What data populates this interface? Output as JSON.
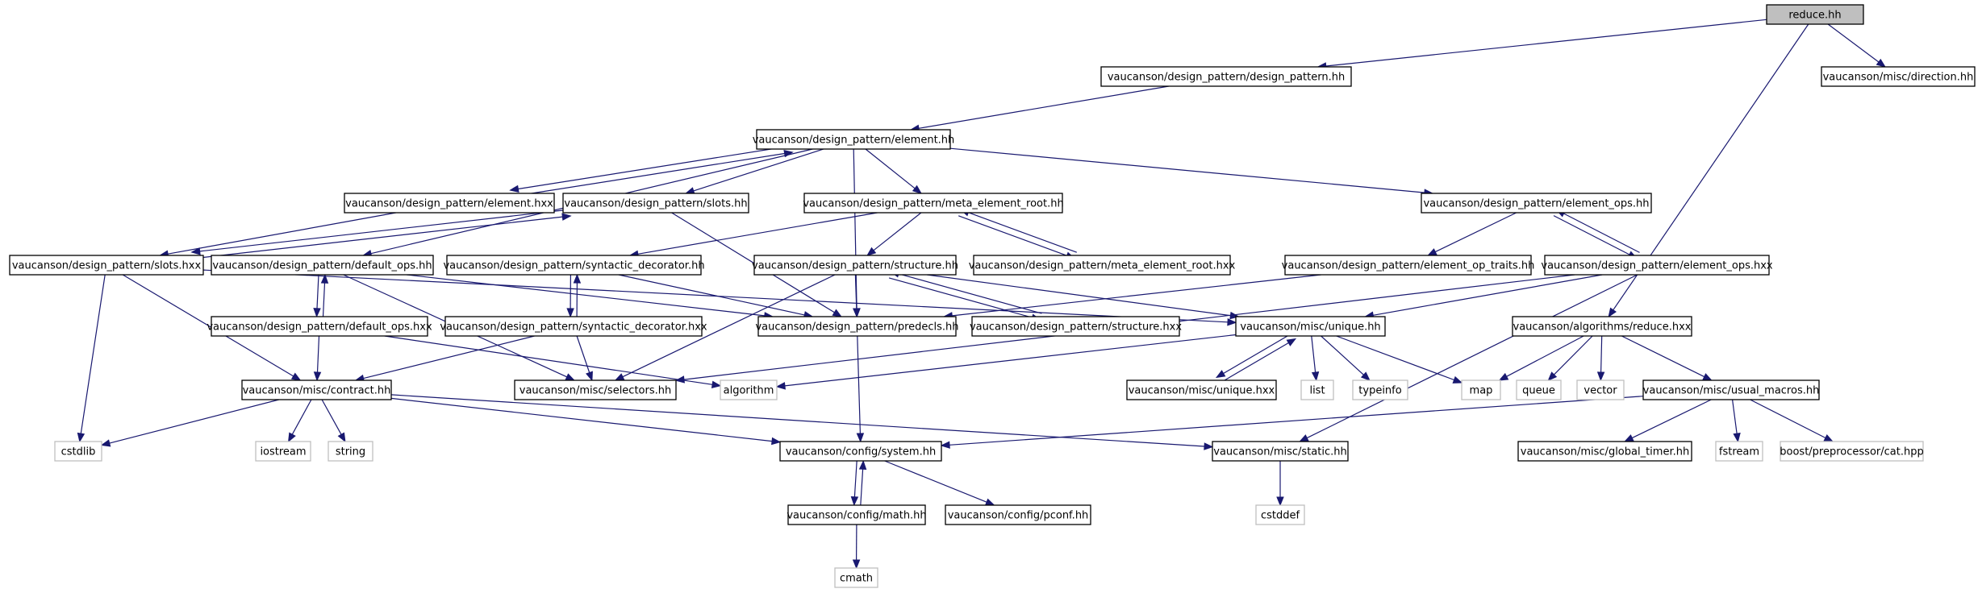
{
  "nodes": [
    {
      "id": "reduce_hh",
      "label": "reduce.hh",
      "kind": "root"
    },
    {
      "id": "dp_design_pattern",
      "label": "vaucanson/design_pattern/design_pattern.hh",
      "kind": "file"
    },
    {
      "id": "misc_direction",
      "label": "vaucanson/misc/direction.hh",
      "kind": "file"
    },
    {
      "id": "dp_element_hh",
      "label": "vaucanson/design_pattern/element.hh",
      "kind": "file"
    },
    {
      "id": "dp_element_hxx",
      "label": "vaucanson/design_pattern/element.hxx",
      "kind": "file"
    },
    {
      "id": "dp_slots_hh",
      "label": "vaucanson/design_pattern/slots.hh",
      "kind": "file"
    },
    {
      "id": "dp_meta_root_hh",
      "label": "vaucanson/design_pattern/meta_element_root.hh",
      "kind": "file"
    },
    {
      "id": "dp_element_ops_hh",
      "label": "vaucanson/design_pattern/element_ops.hh",
      "kind": "file"
    },
    {
      "id": "dp_slots_hxx",
      "label": "vaucanson/design_pattern/slots.hxx",
      "kind": "file"
    },
    {
      "id": "dp_default_ops_hh",
      "label": "vaucanson/design_pattern/default_ops.hh",
      "kind": "file"
    },
    {
      "id": "dp_syntactic_hh",
      "label": "vaucanson/design_pattern/syntactic_decorator.hh",
      "kind": "file"
    },
    {
      "id": "dp_structure_hh",
      "label": "vaucanson/design_pattern/structure.hh",
      "kind": "file"
    },
    {
      "id": "dp_meta_root_hxx",
      "label": "vaucanson/design_pattern/meta_element_root.hxx",
      "kind": "file"
    },
    {
      "id": "dp_element_op_traits",
      "label": "vaucanson/design_pattern/element_op_traits.hh",
      "kind": "file"
    },
    {
      "id": "dp_element_ops_hxx",
      "label": "vaucanson/design_pattern/element_ops.hxx",
      "kind": "file"
    },
    {
      "id": "dp_default_ops_hxx",
      "label": "vaucanson/design_pattern/default_ops.hxx",
      "kind": "file"
    },
    {
      "id": "dp_syntactic_hxx",
      "label": "vaucanson/design_pattern/syntactic_decorator.hxx",
      "kind": "file"
    },
    {
      "id": "dp_predecls",
      "label": "vaucanson/design_pattern/predecls.hh",
      "kind": "file"
    },
    {
      "id": "dp_structure_hxx",
      "label": "vaucanson/design_pattern/structure.hxx",
      "kind": "file"
    },
    {
      "id": "misc_unique_hh",
      "label": "vaucanson/misc/unique.hh",
      "kind": "file"
    },
    {
      "id": "alg_reduce_hxx",
      "label": "vaucanson/algorithms/reduce.hxx",
      "kind": "file"
    },
    {
      "id": "misc_contract",
      "label": "vaucanson/misc/contract.hh",
      "kind": "file"
    },
    {
      "id": "misc_selectors",
      "label": "vaucanson/misc/selectors.hh",
      "kind": "file"
    },
    {
      "id": "std_algorithm",
      "label": "algorithm",
      "kind": "system"
    },
    {
      "id": "misc_unique_hxx",
      "label": "vaucanson/misc/unique.hxx",
      "kind": "file"
    },
    {
      "id": "std_list",
      "label": "list",
      "kind": "system"
    },
    {
      "id": "std_typeinfo",
      "label": "typeinfo",
      "kind": "system"
    },
    {
      "id": "std_map",
      "label": "map",
      "kind": "system"
    },
    {
      "id": "std_queue",
      "label": "queue",
      "kind": "system"
    },
    {
      "id": "std_vector",
      "label": "vector",
      "kind": "system"
    },
    {
      "id": "misc_usual_macros",
      "label": "vaucanson/misc/usual_macros.hh",
      "kind": "file"
    },
    {
      "id": "std_cstdlib",
      "label": "cstdlib",
      "kind": "system"
    },
    {
      "id": "std_iostream",
      "label": "iostream",
      "kind": "system"
    },
    {
      "id": "std_string",
      "label": "string",
      "kind": "system"
    },
    {
      "id": "cfg_system",
      "label": "vaucanson/config/system.hh",
      "kind": "file"
    },
    {
      "id": "misc_static",
      "label": "vaucanson/misc/static.hh",
      "kind": "file"
    },
    {
      "id": "misc_global_timer",
      "label": "vaucanson/misc/global_timer.hh",
      "kind": "file"
    },
    {
      "id": "std_fstream",
      "label": "fstream",
      "kind": "system"
    },
    {
      "id": "boost_cat",
      "label": "boost/preprocessor/cat.hpp",
      "kind": "system"
    },
    {
      "id": "cfg_math",
      "label": "vaucanson/config/math.hh",
      "kind": "file"
    },
    {
      "id": "cfg_pconf",
      "label": "vaucanson/config/pconf.hh",
      "kind": "file"
    },
    {
      "id": "std_cstddef",
      "label": "cstddef",
      "kind": "system"
    },
    {
      "id": "std_cmath",
      "label": "cmath",
      "kind": "system"
    }
  ],
  "edges": [
    [
      "reduce_hh",
      "dp_design_pattern"
    ],
    [
      "reduce_hh",
      "misc_direction"
    ],
    [
      "reduce_hh",
      "alg_reduce_hxx"
    ],
    [
      "dp_design_pattern",
      "dp_element_hh"
    ],
    [
      "dp_element_hh",
      "dp_element_hxx"
    ],
    [
      "dp_element_hh",
      "dp_slots_hh"
    ],
    [
      "dp_element_hh",
      "dp_meta_root_hh"
    ],
    [
      "dp_element_hh",
      "dp_element_ops_hh"
    ],
    [
      "dp_element_hh",
      "dp_default_ops_hh"
    ],
    [
      "dp_element_hh",
      "dp_predecls"
    ],
    [
      "dp_element_hxx",
      "dp_element_hh"
    ],
    [
      "dp_element_hxx",
      "dp_slots_hxx"
    ],
    [
      "dp_slots_hh",
      "dp_slots_hxx"
    ],
    [
      "dp_slots_hh",
      "dp_predecls"
    ],
    [
      "dp_slots_hxx",
      "dp_slots_hh"
    ],
    [
      "dp_slots_hxx",
      "misc_contract"
    ],
    [
      "dp_slots_hxx",
      "std_cstdlib"
    ],
    [
      "dp_slots_hxx",
      "misc_unique_hh"
    ],
    [
      "dp_meta_root_hh",
      "dp_syntactic_hh"
    ],
    [
      "dp_meta_root_hh",
      "dp_structure_hh"
    ],
    [
      "dp_meta_root_hh",
      "dp_meta_root_hxx"
    ],
    [
      "dp_meta_root_hxx",
      "dp_meta_root_hh"
    ],
    [
      "dp_element_ops_hh",
      "dp_element_op_traits"
    ],
    [
      "dp_element_ops_hh",
      "dp_element_ops_hxx"
    ],
    [
      "dp_element_ops_hxx",
      "dp_element_ops_hh"
    ],
    [
      "dp_element_ops_hxx",
      "misc_unique_hh"
    ],
    [
      "dp_element_ops_hxx",
      "misc_static"
    ],
    [
      "dp_element_ops_hxx",
      "misc_selectors"
    ],
    [
      "dp_element_op_traits",
      "dp_predecls"
    ],
    [
      "dp_default_ops_hh",
      "dp_default_ops_hxx"
    ],
    [
      "dp_default_ops_hh",
      "dp_predecls"
    ],
    [
      "dp_default_ops_hh",
      "misc_selectors"
    ],
    [
      "dp_default_ops_hxx",
      "dp_default_ops_hh"
    ],
    [
      "dp_default_ops_hxx",
      "misc_contract"
    ],
    [
      "dp_default_ops_hxx",
      "std_algorithm"
    ],
    [
      "dp_syntactic_hh",
      "dp_syntactic_hxx"
    ],
    [
      "dp_syntactic_hh",
      "dp_predecls"
    ],
    [
      "dp_syntactic_hxx",
      "dp_syntactic_hh"
    ],
    [
      "dp_syntactic_hxx",
      "misc_contract"
    ],
    [
      "dp_syntactic_hxx",
      "misc_selectors"
    ],
    [
      "dp_structure_hh",
      "dp_predecls"
    ],
    [
      "dp_structure_hh",
      "dp_structure_hxx"
    ],
    [
      "dp_structure_hh",
      "misc_unique_hh"
    ],
    [
      "dp_structure_hh",
      "misc_selectors"
    ],
    [
      "dp_structure_hxx",
      "dp_structure_hh"
    ],
    [
      "dp_predecls",
      "cfg_system"
    ],
    [
      "misc_unique_hh",
      "misc_unique_hxx"
    ],
    [
      "misc_unique_hh",
      "std_list"
    ],
    [
      "misc_unique_hh",
      "std_typeinfo"
    ],
    [
      "misc_unique_hh",
      "std_map"
    ],
    [
      "misc_unique_hh",
      "std_algorithm"
    ],
    [
      "misc_unique_hxx",
      "misc_unique_hh"
    ],
    [
      "alg_reduce_hxx",
      "std_map"
    ],
    [
      "alg_reduce_hxx",
      "std_queue"
    ],
    [
      "alg_reduce_hxx",
      "std_vector"
    ],
    [
      "alg_reduce_hxx",
      "misc_usual_macros"
    ],
    [
      "misc_usual_macros",
      "misc_global_timer"
    ],
    [
      "misc_usual_macros",
      "std_fstream"
    ],
    [
      "misc_usual_macros",
      "boost_cat"
    ],
    [
      "misc_usual_macros",
      "cfg_system"
    ],
    [
      "misc_contract",
      "std_cstdlib"
    ],
    [
      "misc_contract",
      "std_iostream"
    ],
    [
      "misc_contract",
      "std_string"
    ],
    [
      "misc_contract",
      "cfg_system"
    ],
    [
      "misc_contract",
      "misc_static"
    ],
    [
      "misc_static",
      "std_cstddef"
    ],
    [
      "cfg_system",
      "cfg_math"
    ],
    [
      "cfg_system",
      "cfg_pconf"
    ],
    [
      "cfg_math",
      "cfg_system"
    ],
    [
      "cfg_math",
      "std_cmath"
    ]
  ]
}
